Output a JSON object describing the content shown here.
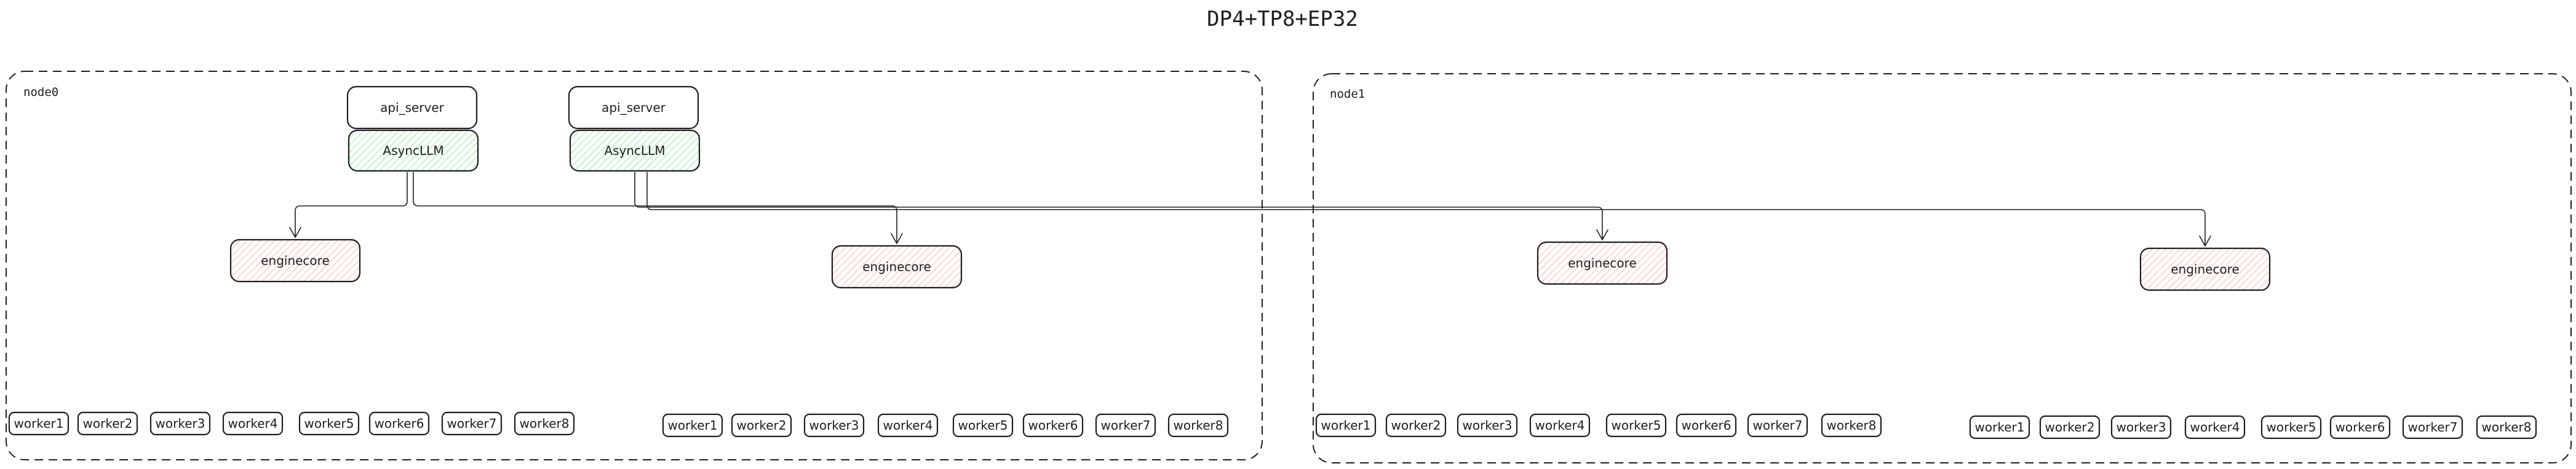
{
  "title": "DP4+TP8+EP32",
  "nodes": [
    {
      "label": "node0",
      "api_servers": [
        {
          "server": "api_server",
          "client": "AsyncLLM"
        },
        {
          "server": "api_server",
          "client": "AsyncLLM"
        }
      ],
      "enginecores": [
        "enginecore",
        "enginecore"
      ],
      "worker_groups": [
        [
          "worker1",
          "worker2",
          "worker3",
          "worker4",
          "worker5",
          "worker6",
          "worker7",
          "worker8"
        ],
        [
          "worker1",
          "worker2",
          "worker3",
          "worker4",
          "worker5",
          "worker6",
          "worker7",
          "worker8"
        ]
      ]
    },
    {
      "label": "node1",
      "enginecores": [
        "enginecore",
        "enginecore"
      ],
      "worker_groups": [
        [
          "worker1",
          "worker2",
          "worker3",
          "worker4",
          "worker5",
          "worker6",
          "worker7",
          "worker8"
        ],
        [
          "worker1",
          "worker2",
          "worker3",
          "worker4",
          "worker5",
          "worker6",
          "worker7",
          "worker8"
        ]
      ]
    }
  ],
  "colors": {
    "stroke": "#1e1e1e",
    "asyncllm_fill": "#b2f2bb",
    "enginecore_fill": "#ffc9c9"
  }
}
